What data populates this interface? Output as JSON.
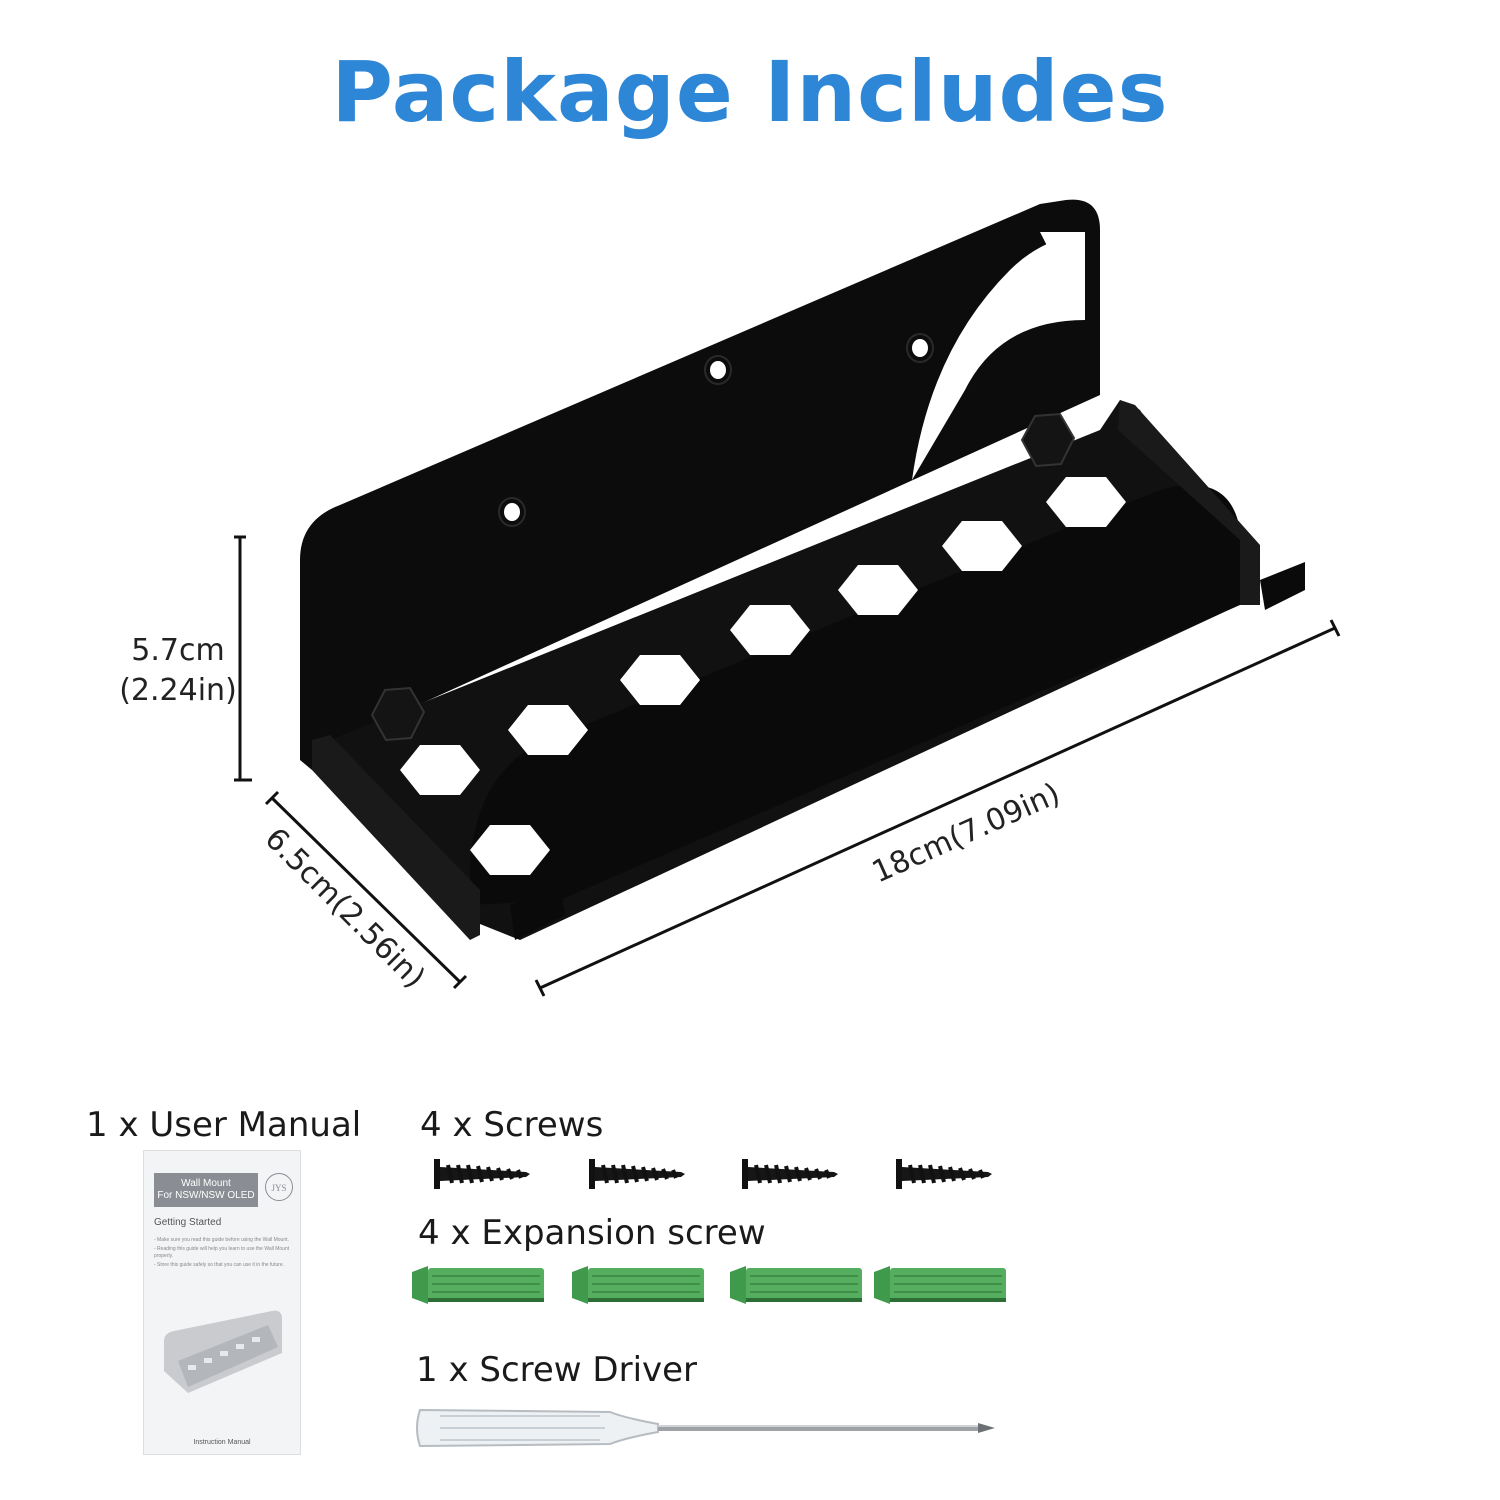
{
  "title": "Package Includes",
  "colors": {
    "title": "#2e86d6",
    "product": "#0a0a0a",
    "anchor_green": "#4fa85a",
    "text": "#1a1a1a"
  },
  "dimensions": {
    "height": "5.7cm",
    "height_in": "(2.24in)",
    "depth": "6.5cm(2.56in)",
    "length": "18cm(7.09in)"
  },
  "items": {
    "manual_label": "1 x User Manual",
    "screws_label": "4 x Screws",
    "anchors_label": "4 x Expansion screw",
    "driver_label": "1 x Screw Driver"
  },
  "manual": {
    "header_line1": "Wall Mount",
    "header_line2": "For NSW/NSW OLED",
    "logo": "JYS",
    "getting_started": "Getting Started",
    "note1": "- Make sure you read this guide before using the Wall Mount.",
    "note2": "- Reading this guide will help you learn to use the Wall Mount properly.",
    "note3": "- Store this guide safely so that you can use it in the future.",
    "footer": "Instruction Manual"
  },
  "icons": {
    "screw": "screw-icon",
    "anchor": "expansion-anchor-icon",
    "driver": "screwdriver-icon",
    "product": "wall-mount-bracket-icon"
  }
}
